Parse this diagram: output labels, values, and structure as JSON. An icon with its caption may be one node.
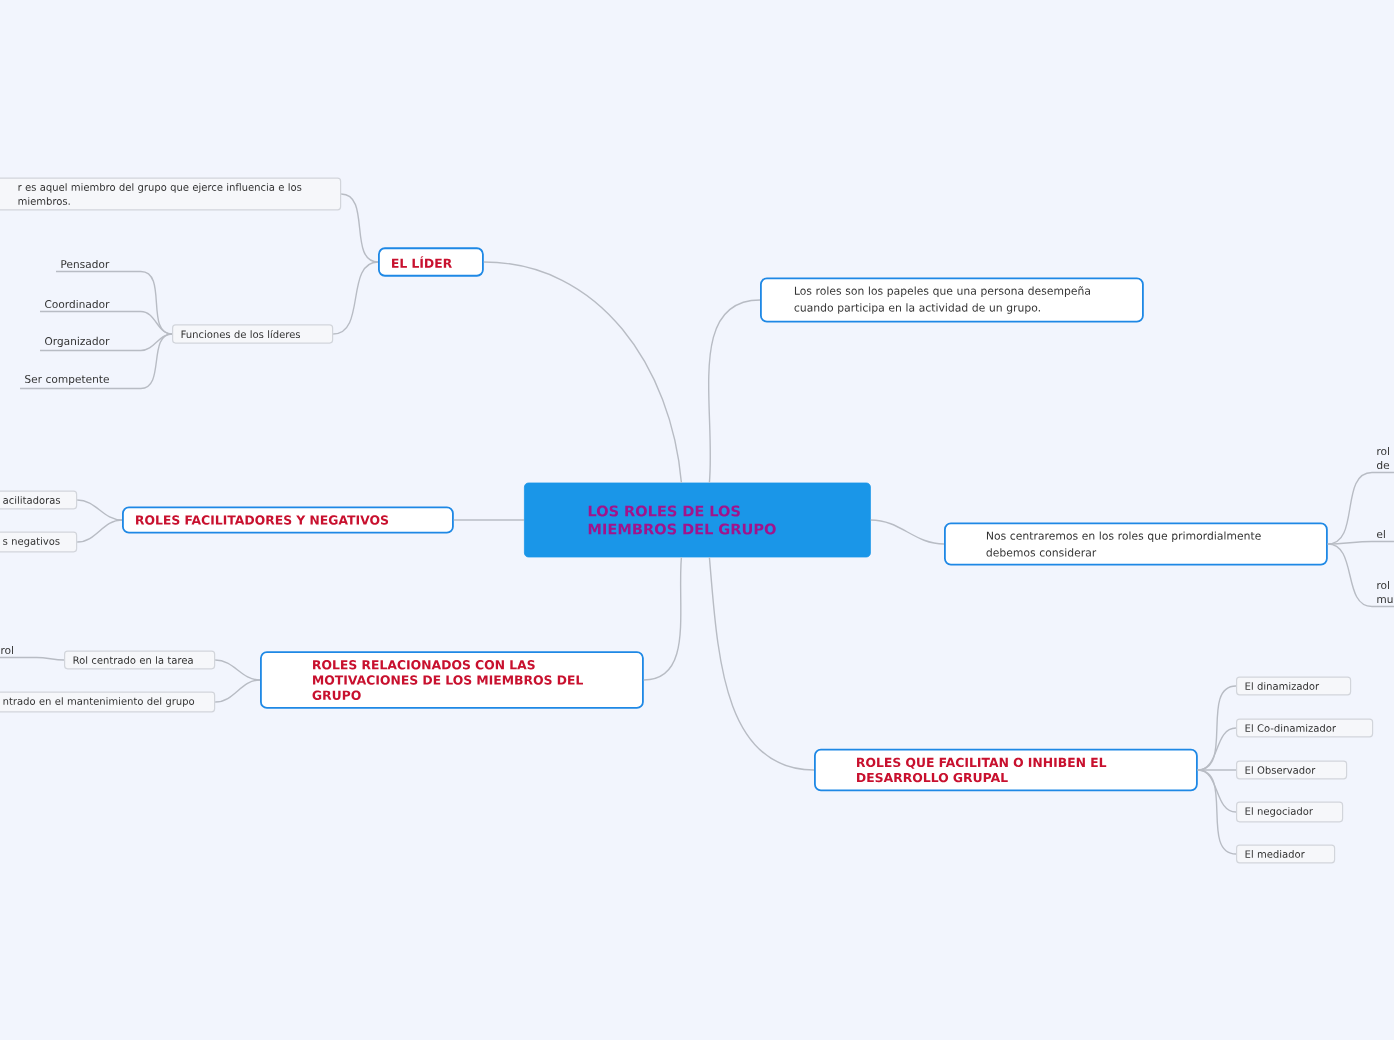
{
  "diagram": {
    "nodes": [
      {
        "text": [
          "LOS ROLES DE LOS MIEMBROS DEL GRUPO"
        ]
      },
      {
        "text": [
          "EL LÍDER"
        ]
      },
      {
        "text": [
          "r es aquel miembro del grupo que ejerce influencia e los miembros."
        ]
      },
      {
        "text": [
          "Funciones de los líderes"
        ]
      },
      {
        "text": [
          "Pensador"
        ]
      },
      {
        "text": [
          "Coordinador"
        ]
      },
      {
        "text": [
          "Organizador"
        ]
      },
      {
        "text": [
          "Ser competente"
        ]
      },
      {
        "text": [
          "Los roles son los papeles que una persona desempeña cuando participa en la actividad de un grupo."
        ]
      },
      {
        "text": [
          "ROLES FACILITADORES Y NEGATIVOS"
        ]
      },
      {
        "text": [
          "acilitadoras"
        ]
      },
      {
        "text": [
          "s negativos"
        ]
      },
      {
        "text": [
          "ROLES RELACIONADOS CON LAS MOTIVACIONES DE LOS MIEMBROS DEL GRUPO"
        ]
      },
      {
        "text": [
          "Rol centrado en la tarea"
        ]
      },
      {
        "text": [
          "rol"
        ]
      },
      {
        "text": [
          "ntrado en el mantenimiento del grupo"
        ]
      },
      {
        "text": [
          "Nos centraremos en los roles que  primordialmente debemos considerar"
        ]
      },
      {
        "text": [
          "rol de"
        ]
      },
      {
        "text": [
          "el"
        ]
      },
      {
        "text": [
          "rol mu"
        ]
      },
      {
        "text": [
          "ROLES QUE FACILITAN O INHIBEN EL DESARROLLO GRUPAL"
        ]
      },
      {
        "text": [
          "El dinamizador"
        ]
      },
      {
        "text": [
          "El Co-dinamizador"
        ]
      },
      {
        "text": [
          "El Observador"
        ]
      },
      {
        "text": [
          "El negociador"
        ]
      },
      {
        "text": [
          "El mediador"
        ]
      }
    ],
    "edges": [
      {
        "from": 0,
        "to": 1,
        "arrow": "none"
      },
      {
        "from": 1,
        "to": 2,
        "arrow": "none"
      },
      {
        "from": 1,
        "to": 3,
        "arrow": "none"
      },
      {
        "from": 3,
        "to": 4,
        "arrow": "none"
      },
      {
        "from": 3,
        "to": 5,
        "arrow": "none"
      },
      {
        "from": 3,
        "to": 6,
        "arrow": "none"
      },
      {
        "from": 3,
        "to": 7,
        "arrow": "none"
      },
      {
        "from": 0,
        "to": 8,
        "arrow": "none"
      },
      {
        "from": 0,
        "to": 9,
        "arrow": "none"
      },
      {
        "from": 9,
        "to": 10,
        "arrow": "none"
      },
      {
        "from": 9,
        "to": 11,
        "arrow": "none"
      },
      {
        "from": 0,
        "to": 12,
        "arrow": "none"
      },
      {
        "from": 12,
        "to": 13,
        "arrow": "none"
      },
      {
        "from": 13,
        "to": 14,
        "arrow": "none"
      },
      {
        "from": 12,
        "to": 15,
        "arrow": "none"
      },
      {
        "from": 0,
        "to": 16,
        "arrow": "none"
      },
      {
        "from": 16,
        "to": 17,
        "arrow": "none"
      },
      {
        "from": 16,
        "to": 18,
        "arrow": "none"
      },
      {
        "from": 16,
        "to": 19,
        "arrow": "none"
      },
      {
        "from": 0,
        "to": 20,
        "arrow": "none"
      },
      {
        "from": 20,
        "to": 21,
        "arrow": "none"
      },
      {
        "from": 20,
        "to": 22,
        "arrow": "none"
      },
      {
        "from": 20,
        "to": 23,
        "arrow": "none"
      },
      {
        "from": 20,
        "to": 24,
        "arrow": "none"
      },
      {
        "from": 20,
        "to": 25,
        "arrow": "none"
      }
    ]
  }
}
